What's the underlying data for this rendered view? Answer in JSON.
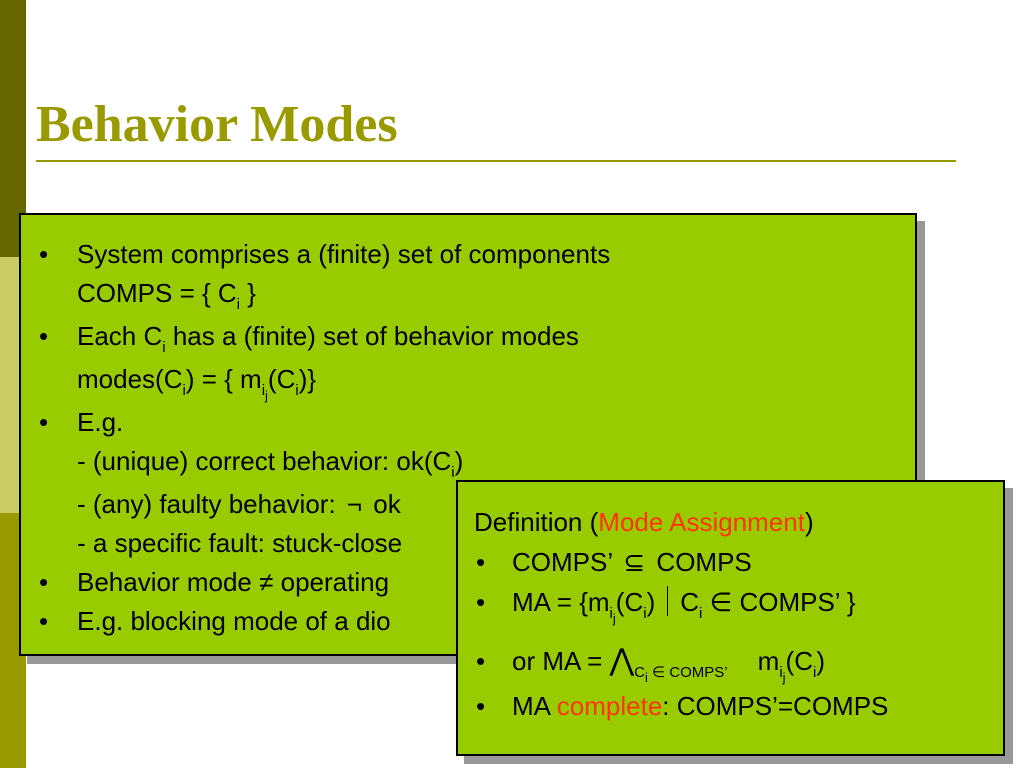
{
  "slide": {
    "title": "Behavior Modes"
  },
  "main_box": {
    "item_1": {
      "text": "System comprises a (finite) set of components",
      "line2_prefix": "COMPS = { C",
      "line2_sub": "i",
      "line2_suffix": " }"
    },
    "item_2": {
      "p1": "Each C",
      "p1_sub": "i",
      "p1_suffix": " has a (finite) set of behavior modes",
      "l2_a": "modes(C",
      "l2_a_sub": "i",
      "l2_b": ") = { m",
      "l2_b_sub": "i",
      "l2_b_subsub": "j",
      "l2_c": "(C",
      "l2_c_sub": "i",
      "l2_d": ")}"
    },
    "item_3": {
      "label": "E.g.",
      "sub_1_prefix": "- (unique) correct behavior: ok(C",
      "sub_1_sub": "i",
      "sub_1_suffix": ")",
      "sub_2_prefix": "- (any) faulty behavior: ",
      "sub_2_symbol": "¬",
      "sub_2_suffix": " ok",
      "sub_3": "- a specific fault: stuck-close"
    },
    "item_4": {
      "prefix": "Behavior mode ",
      "symbol": "≠",
      "suffix": " operating"
    },
    "item_5": {
      "text": "E.g. blocking mode of a dio"
    }
  },
  "def_box": {
    "heading_prefix": "Definition (",
    "heading_highlight": "Mode Assignment",
    "heading_suffix": ")",
    "item_1": {
      "prefix": "COMPS’ ",
      "symbol": "⊆",
      "suffix": " COMPS"
    },
    "item_2": {
      "a": "MA = {m",
      "a_sub": "i",
      "a_subsub": "j",
      "b": "(C",
      "b_sub": "i",
      "c": ")",
      "d": "C",
      "d_sub": "i",
      "e": " ∈ COMPS’ }"
    },
    "item_3": {
      "a": "or MA = ",
      "wedge": "⋀",
      "b_sub": "C",
      "b_subsub": "i",
      "b_sub2": " ∈ COMPS’",
      "c": "m",
      "c_sub": "i",
      "c_subsub": "j",
      "d": "(C",
      "d_sub": "i",
      "e": ")"
    },
    "item_4": {
      "prefix": "MA ",
      "highlight": "complete",
      "suffix": ": COMPS’=COMPS"
    }
  },
  "colors": {
    "title": "#999900",
    "box_fill": "#99cc00",
    "highlight": "#ff3300",
    "bar_top": "#666600",
    "bar_mid": "#cccc66",
    "bar_bottom": "#999900"
  }
}
